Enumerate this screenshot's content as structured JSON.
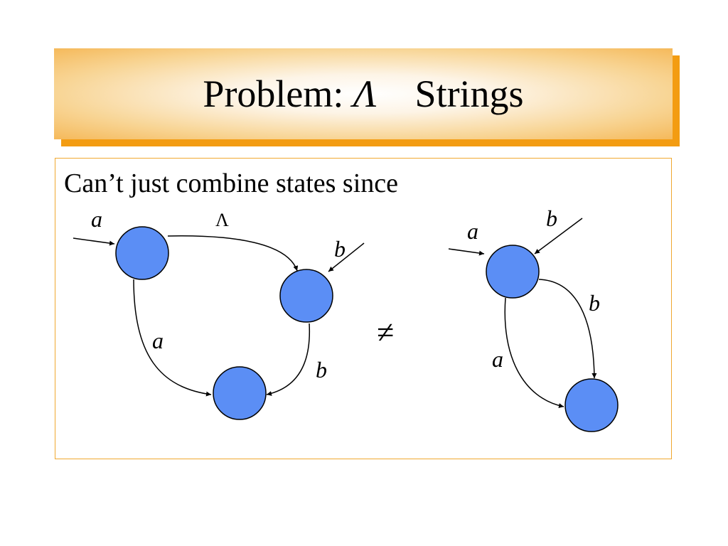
{
  "slide": {
    "title_prefix": "Problem: ",
    "title_symbol": "Λ",
    "title_suffix": "Strings",
    "lead_text": "Can’t just combine states since"
  },
  "diagram": {
    "left_graph": {
      "entry_label": "a",
      "lambda_label": "Λ",
      "incoming_b_label": "b",
      "edge_a_label": "a",
      "edge_b_label": "b"
    },
    "not_equal": "≠",
    "right_graph": {
      "entry_label": "a",
      "incoming_b_label": "b",
      "edge_b_label": "b",
      "edge_a_label": "a"
    }
  },
  "colors": {
    "state_fill": "#5b8ef5",
    "title_band": "#f39c12",
    "content_border": "#f0a830"
  }
}
